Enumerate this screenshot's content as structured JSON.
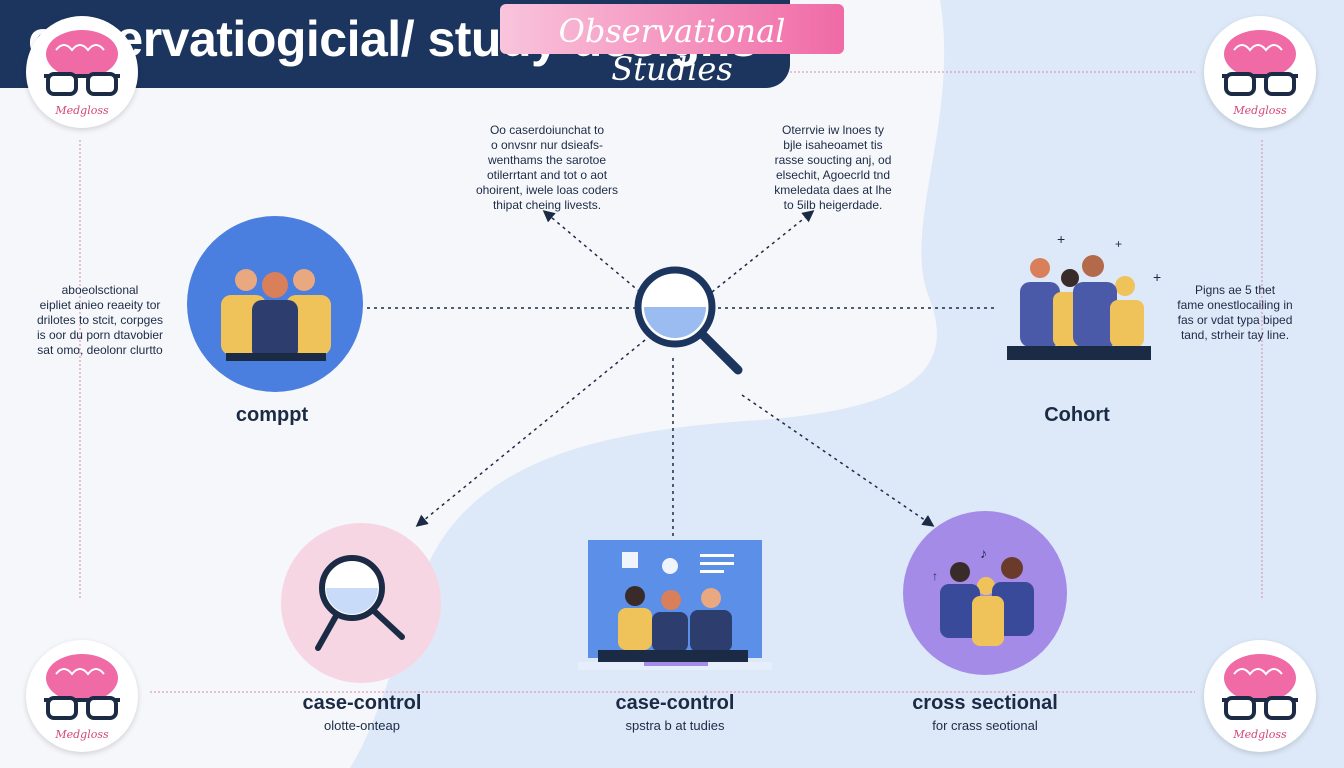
{
  "header": {
    "title": "observatiogicial/ study designs",
    "pill_text": "Observational Studies"
  },
  "logos": [
    {
      "text": "Medgloss"
    },
    {
      "text": "Medgloss"
    },
    {
      "text": "Medgloss"
    },
    {
      "text": "Medgloss"
    }
  ],
  "descriptions": {
    "top_center": [
      "Oo caserdoiunchat to",
      "o onvsnr nur dsieafs-",
      "wenthams the sarotoe",
      "otilerrtant and tot o aot",
      "ohoirent, iwele loas coders",
      "thipat cheing livests."
    ],
    "top_right": [
      "Oterrvie iw lnoes ty",
      "bjle isaheoamet tis",
      "rasse soucting anj, od",
      "elsechit, Agoecrld tnd",
      "kmeledata daes at lhe",
      "to 5ilb heigerdade."
    ],
    "left": [
      "aboeolsctional",
      "eipliet anieo reaeity tor",
      "drilotes to stcit, corpges",
      "is oor du porn dtavobier",
      "sat omo, deolonr clurtto"
    ],
    "right": [
      "Pigns ae 5 thet",
      "fame onestlocailing in",
      "fas or vdat typa biped",
      "tand, strheir tay line."
    ]
  },
  "nodes": {
    "left": {
      "label": "comppt"
    },
    "right": {
      "label": "Cohort"
    },
    "bottom_left": {
      "label": "case-control",
      "sublabel": "olotte-onteap"
    },
    "bottom_center": {
      "label": "case-control",
      "sublabel": "spstra b at tudies"
    },
    "bottom_right": {
      "label": "cross sectional",
      "sublabel": "for crass seotional"
    }
  },
  "colors": {
    "navy": "#1c355e",
    "pink": "#f06aa6",
    "blue": "#4a7fe0",
    "purple": "#a58be8",
    "light_pink": "#f6d6e2",
    "mustard": "#efc35a"
  }
}
